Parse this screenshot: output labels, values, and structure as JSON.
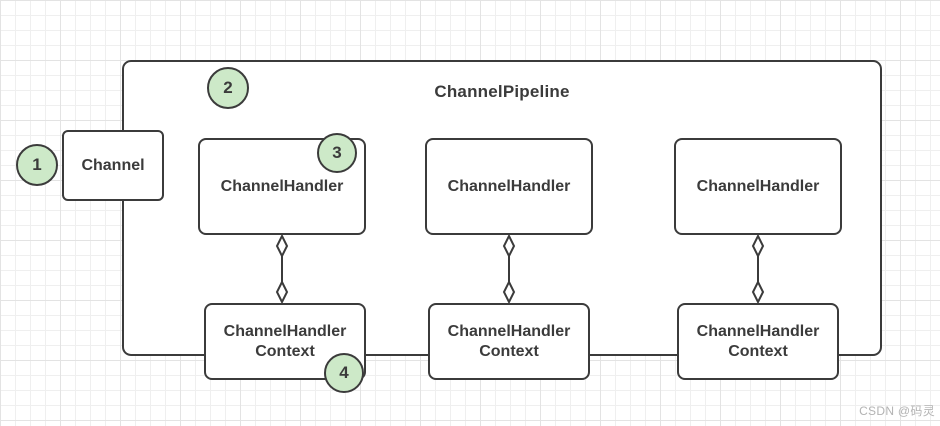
{
  "diagram": {
    "title": "ChannelPipeline",
    "channel": {
      "label": "Channel",
      "badge": "1"
    },
    "pipeline_badge": "2",
    "handlers": [
      {
        "label": "ChannelHandler",
        "badge": "3"
      },
      {
        "label": "ChannelHandler"
      },
      {
        "label": "ChannelHandler"
      }
    ],
    "contexts": [
      {
        "line1": "ChannelHandler",
        "line2": "Context",
        "badge": "4"
      },
      {
        "line1": "ChannelHandler",
        "line2": "Context"
      },
      {
        "line1": "ChannelHandler",
        "line2": "Context"
      }
    ],
    "watermark": "CSDN @码灵",
    "colors": {
      "stroke": "#3b3b3b",
      "box_fill": "#ffffff",
      "badge_fill": "#cde9c8",
      "grid_minor": "#efefef",
      "grid_major": "#e3e3e3",
      "watermark": "#b3b3b3"
    }
  }
}
